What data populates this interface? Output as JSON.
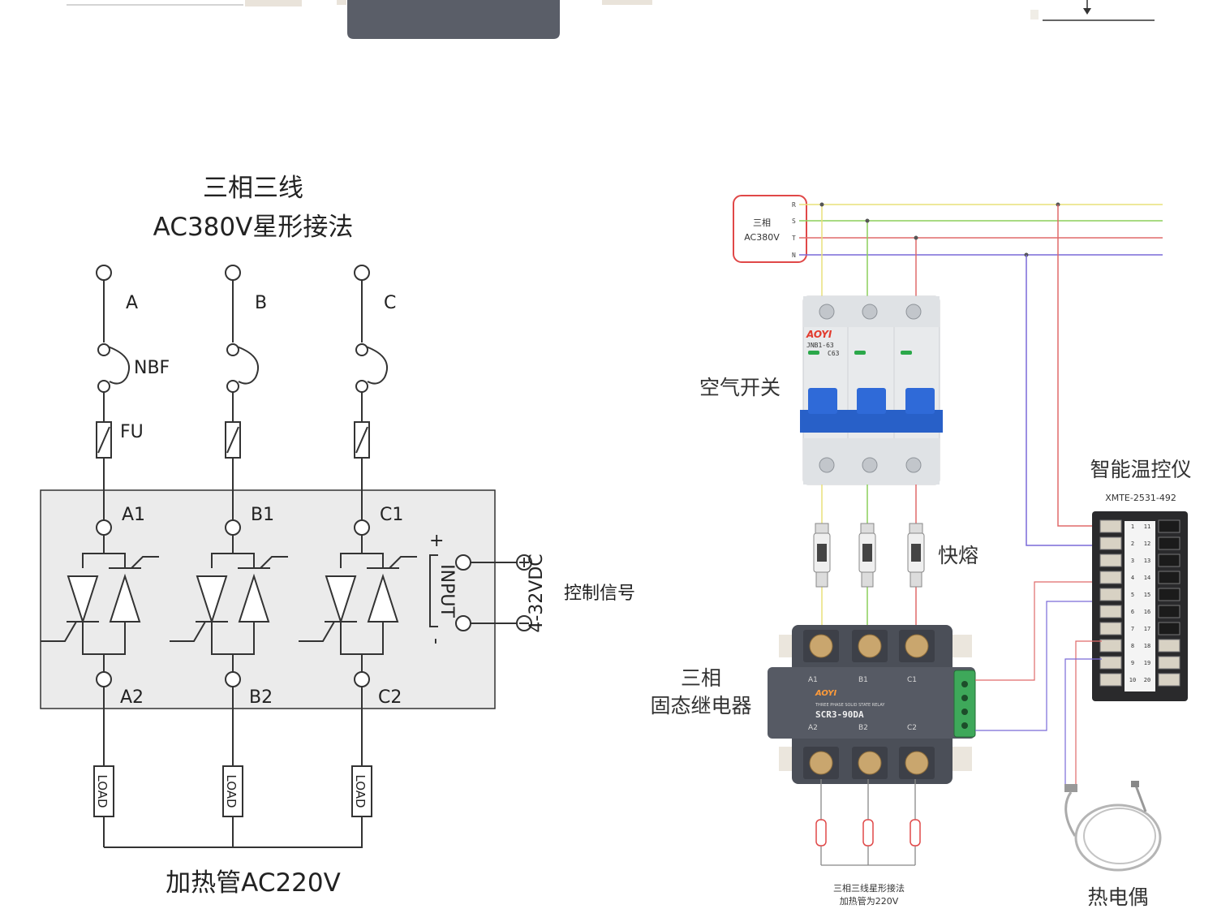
{
  "schematic": {
    "title_line1": "三相三线",
    "title_line2": "AC380V星形接法",
    "phases": [
      {
        "name": "A",
        "in_term": "A1",
        "out_term": "A2"
      },
      {
        "name": "B",
        "in_term": "B1",
        "out_term": "B2"
      },
      {
        "name": "C",
        "in_term": "C1",
        "out_term": "C2"
      }
    ],
    "nbf_label": "NBF",
    "fu_label": "FU",
    "input_label": "INPUT",
    "plus_sign": "+",
    "minus_sign": "-",
    "voltage_label": "4-32VDC",
    "control_label": "控制信号",
    "load_label": "LOAD",
    "bottom_label": "加热管AC220V"
  },
  "wiring": {
    "supply_line1": "三相",
    "supply_line2": "AC380V",
    "bus_labels": [
      "R",
      "S",
      "T",
      "N"
    ],
    "bus_colors": [
      "#e8e07a",
      "#8ccf5a",
      "#e06a6a",
      "#7a6ad8"
    ],
    "breaker_label": "空气开关",
    "breaker_brand": "AOYI",
    "breaker_model": "JNB1-63",
    "breaker_rating": "C63",
    "fuse_label": "快熔",
    "ssr_label_line1": "三相",
    "ssr_label_line2": "固态继电器",
    "ssr_brand": "AOYI",
    "ssr_model": "SCR3-90DA",
    "ssr_desc": "THREE PHASE SOLID STATE RELAY",
    "ssr_terms_top": [
      "A1",
      "B1",
      "C1"
    ],
    "ssr_terms_bottom": [
      "A2",
      "B2",
      "C2"
    ],
    "controller_label": "智能温控仪",
    "controller_model": "XMTE-2531-492",
    "controller_terms_left": [
      "1",
      "2",
      "3",
      "4",
      "5",
      "6",
      "7",
      "8",
      "9",
      "10"
    ],
    "controller_terms_right": [
      "11",
      "12",
      "13",
      "14",
      "15",
      "16",
      "17",
      "18",
      "19",
      "20"
    ],
    "note_line1": "三相三线星形接法",
    "note_line2": "加热管为220V",
    "thermocouple_label": "热电偶"
  }
}
